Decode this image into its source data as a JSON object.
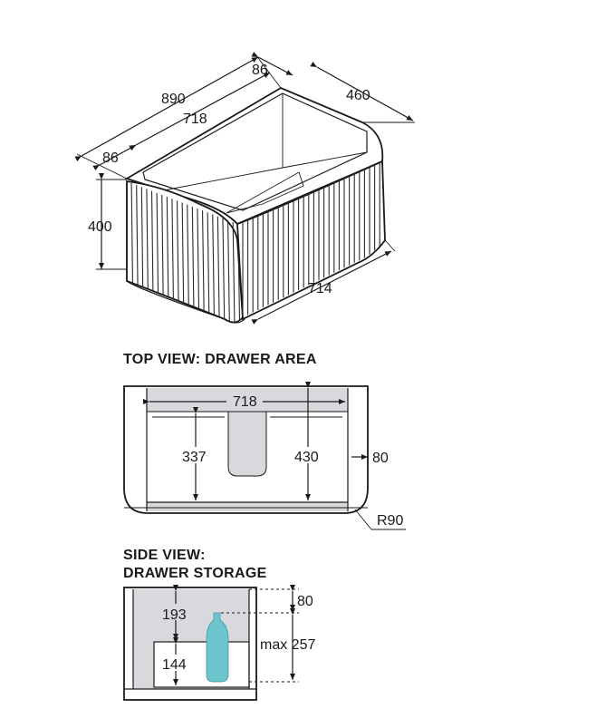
{
  "iso_view": {
    "dims": {
      "overall_width": "890",
      "side_width_right": "86",
      "side_width_left": "86",
      "inner_width": "718",
      "depth": "460",
      "height": "400",
      "front_width": "714"
    }
  },
  "top_view": {
    "heading": "TOP VIEW: DRAWER AREA",
    "dims": {
      "inner_width": "718",
      "cutout_depth": "337",
      "drawer_depth": "430",
      "side_offset": "80",
      "radius": "R90"
    }
  },
  "side_view": {
    "heading_line1": "SIDE VIEW:",
    "heading_line2": "DRAWER STORAGE",
    "dims": {
      "upper_height": "193",
      "lower_height": "144",
      "top_offset": "80",
      "max_height": "max 257"
    },
    "colors": {
      "bottle": "#6cc4cc",
      "drawer_fill": "#d7d9dc"
    }
  }
}
